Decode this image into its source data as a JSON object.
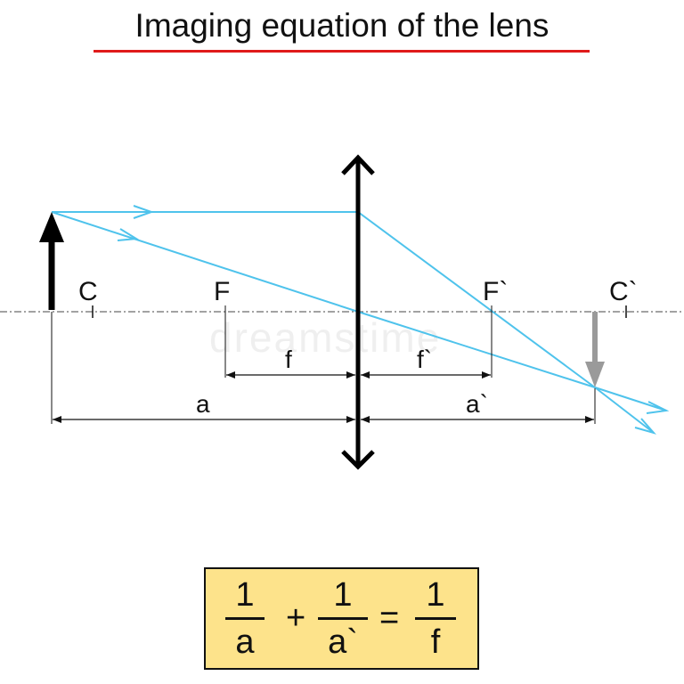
{
  "title": "Imaging equation of the lens",
  "colors": {
    "title_underline": "#e01b1b",
    "ray": "#4fc3ec",
    "object_arrow": "#000000",
    "image_arrow": "#9a9a9a",
    "formula_bg": "#fde38b"
  },
  "diagram": {
    "points": {
      "C": "C",
      "F": "F",
      "F_prime": "F`",
      "C_prime": "C`"
    },
    "distances": {
      "f": "f",
      "f_prime": "f`",
      "a": "a",
      "a_prime": "a`"
    }
  },
  "formula": {
    "frac1_num": "1",
    "frac1_den": "a",
    "plus": "+",
    "frac2_num": "1",
    "frac2_den": "a`",
    "equals": "=",
    "frac3_num": "1",
    "frac3_den": "f"
  },
  "watermark": "dreamstime"
}
